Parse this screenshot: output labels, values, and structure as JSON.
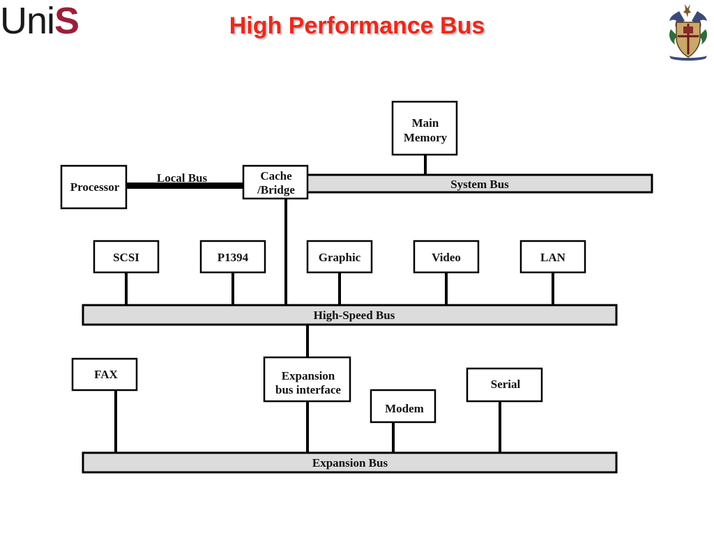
{
  "header": {
    "logo_uni": "Uni",
    "logo_s": "S",
    "title": "High Performance Bus"
  },
  "crest_icon": "university-crest-icon",
  "colors": {
    "title": "#e82a1e",
    "logo_s": "#9c1f3a",
    "bus_fill": "#dcdcdc"
  },
  "diagram": {
    "boxes": {
      "processor": "Processor",
      "main_memory_1": "Main",
      "main_memory_2": "Memory",
      "cache_1": "Cache",
      "cache_2": "/Bridge",
      "scsi": "SCSI",
      "p1394": "P1394",
      "graphic": "Graphic",
      "video": "Video",
      "lan": "LAN",
      "fax": "FAX",
      "expansion_interface_1": "Expansion",
      "expansion_interface_2": "bus interface",
      "modem": "Modem",
      "serial": "Serial"
    },
    "buses": {
      "local": "Local Bus",
      "system": "System Bus",
      "high_speed": "High-Speed Bus",
      "expansion": "Expansion Bus"
    }
  }
}
